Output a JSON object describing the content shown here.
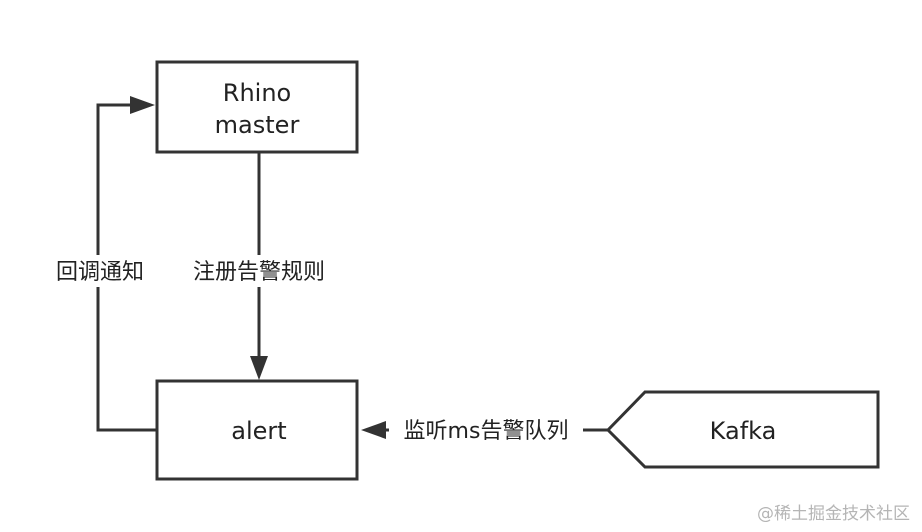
{
  "nodes": {
    "rhino_master": {
      "line1": "Rhino",
      "line2": "master"
    },
    "alert": {
      "label": "alert"
    },
    "kafka": {
      "label": "Kafka"
    }
  },
  "edges": {
    "register_rules": {
      "label": "注册告警规则"
    },
    "callback_notify": {
      "label": "回调通知"
    },
    "listen_queue": {
      "label": "监听ms告警队列"
    }
  },
  "watermark": "@稀土掘金技术社区",
  "colors": {
    "stroke": "#333333",
    "text": "#222222",
    "watermark": "#b5b5b5"
  }
}
